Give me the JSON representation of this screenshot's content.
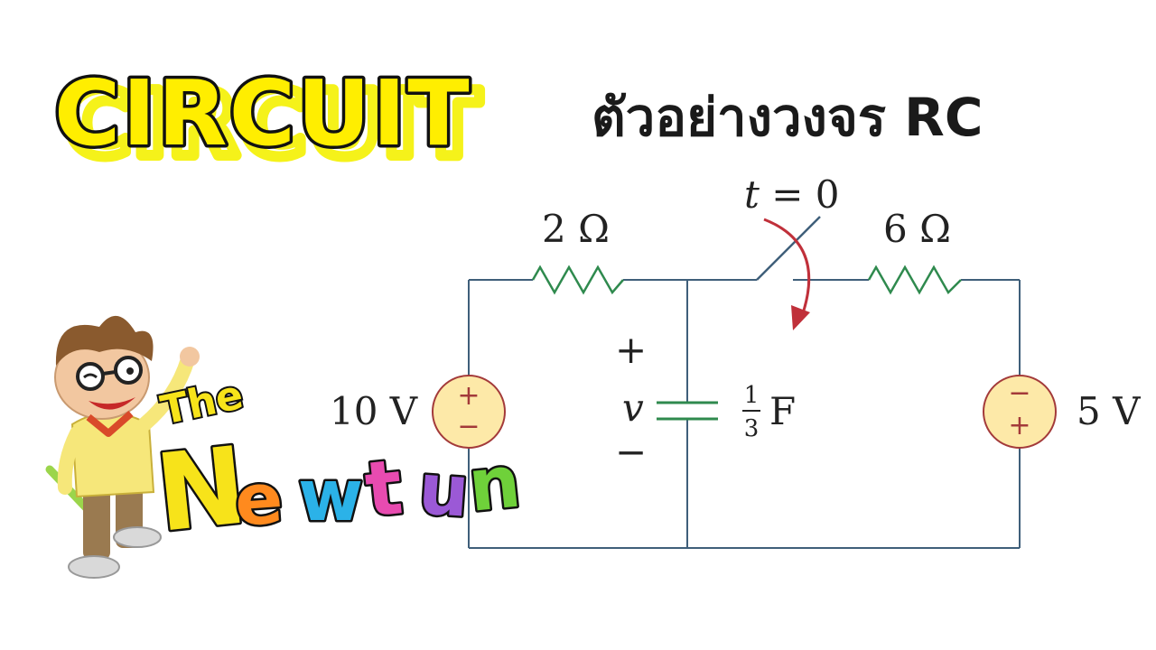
{
  "header": {
    "title": "CIRCUIT",
    "subtitle": "ตัวอย่างวงจร RC"
  },
  "circuit": {
    "switch_label_var": "t",
    "switch_label_rest": " = 0",
    "r1_label": "2 Ω",
    "r2_label": "6 Ω",
    "source_left_label": "10 V",
    "source_right_label": "5 V",
    "cap_plus": "+",
    "cap_var": "v",
    "cap_minus": "−",
    "cap_num": "1",
    "cap_den": "3",
    "cap_unit": "F",
    "src_plus": "+",
    "src_minus": "−"
  },
  "logo": {
    "the": "The",
    "letters": [
      "N",
      "e",
      "w",
      "t",
      "u",
      "n"
    ],
    "letter_colors": [
      "#f7e31a",
      "#ff8a1e",
      "#2bb2e8",
      "#e84bb0",
      "#9b59d6",
      "#6fd13a"
    ]
  },
  "colors": {
    "wire": "#3f5f7a",
    "resistor": "#2f8a4e",
    "source_fill": "#fde9a8",
    "source_stroke": "#a33a3a",
    "arrow": "#c0303a",
    "title_fill": "#ffee00"
  }
}
